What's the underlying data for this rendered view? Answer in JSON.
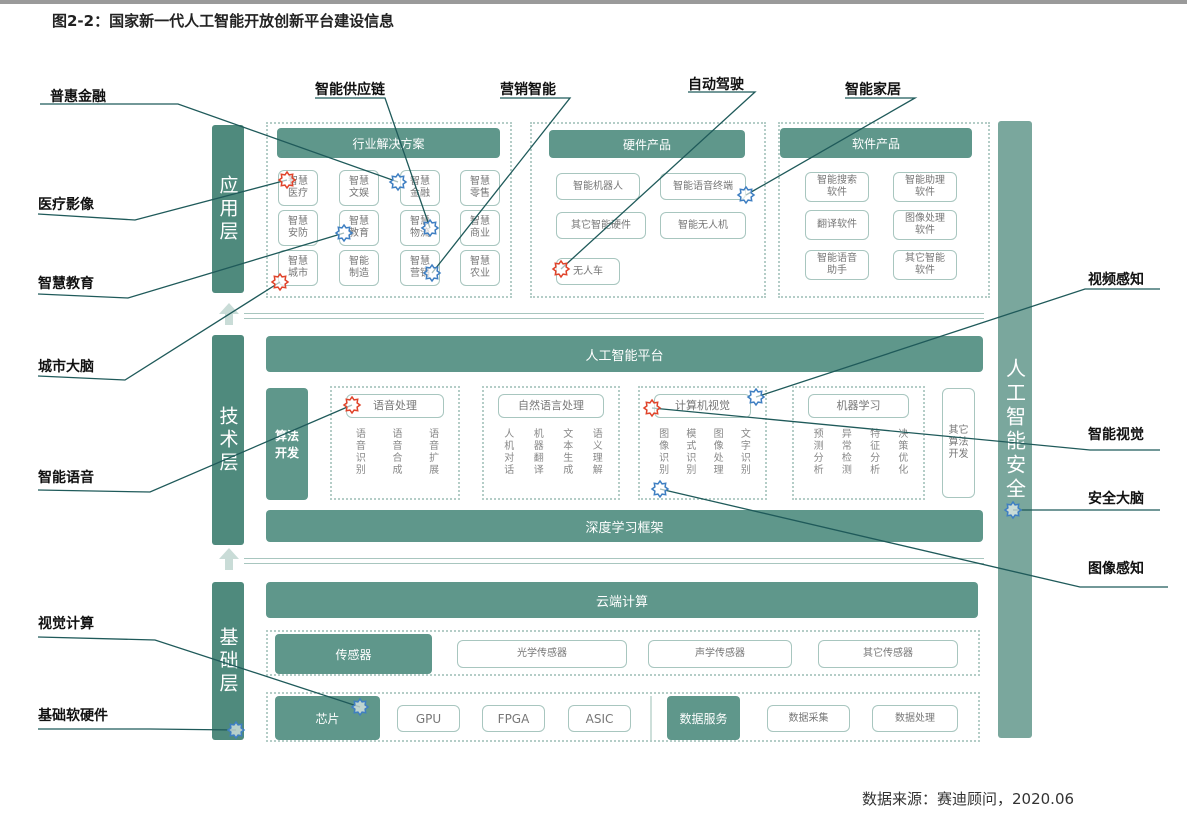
{
  "title": "图2-2：国家新一代人工智能开放创新平台建设信息",
  "source": "数据来源：赛迪顾问，2020.06",
  "layers": {
    "app": "应用层",
    "tech": "技术层",
    "base": "基础层"
  },
  "security": "人工智能安全",
  "app": {
    "industry": {
      "header": "行业解决方案",
      "items": [
        "智慧\n医疗",
        "智慧\n文娱",
        "智慧\n金融",
        "智慧\n零售",
        "智慧\n安防",
        "智慧\n教育",
        "智慧\n物流",
        "智慧\n商业",
        "智慧\n城市",
        "智能\n制造",
        "智慧\n营销",
        "智慧\n农业"
      ]
    },
    "hardware": {
      "header": "硬件产品",
      "items": [
        "智能机器人",
        "智能语音终端",
        "其它智能硬件",
        "智能无人机",
        "无人车"
      ]
    },
    "software": {
      "header": "软件产品",
      "items": [
        "智能搜索\n软件",
        "智能助理\n软件",
        "翻译软件",
        "图像处理\n软件",
        "智能语音\n助手",
        "其它智能\n软件"
      ]
    }
  },
  "tech": {
    "platform": "人工智能平台",
    "algo_dev": "算法\n开发",
    "groups": [
      {
        "header": "语音处理",
        "items": [
          "语音识别",
          "语音合成",
          "语音扩展"
        ]
      },
      {
        "header": "自然语言处理",
        "items": [
          "人机对话",
          "机器翻译",
          "文本生成",
          "语义理解"
        ]
      },
      {
        "header": "计算机视觉",
        "items": [
          "图像识别",
          "模式识别",
          "图像处理",
          "文字识别"
        ]
      },
      {
        "header": "机器学习",
        "items": [
          "预测分析",
          "异常检测",
          "特征分析",
          "决策优化"
        ]
      }
    ],
    "other_algo": "其它\n算法\n开发",
    "framework": "深度学习框架"
  },
  "base": {
    "cloud": "云端计算",
    "sensor": {
      "header": "传感器",
      "items": [
        "光学传感器",
        "声学传感器",
        "其它传感器"
      ]
    },
    "chip": {
      "header": "芯片",
      "items": [
        "GPU",
        "FPGA",
        "ASIC"
      ]
    },
    "data_service": {
      "header": "数据服务",
      "items": [
        "数据采集",
        "数据处理"
      ]
    }
  },
  "colors": {
    "primary": "#5f978b",
    "layer": "#4f8a7d",
    "border": "#a8c6bf",
    "marker_red": "#e0442b",
    "marker_blue": "#3f7fc2",
    "leader": "#1f5a5a"
  },
  "callouts": [
    {
      "label": "普惠金融",
      "marker": "blue"
    },
    {
      "label": "医疗影像",
      "marker": "red"
    },
    {
      "label": "智慧教育",
      "marker": "blue"
    },
    {
      "label": "城市大脑",
      "marker": "red"
    },
    {
      "label": "智能语音",
      "marker": "red"
    },
    {
      "label": "视觉计算",
      "marker": "blue"
    },
    {
      "label": "基础软硬件",
      "marker": "blue"
    },
    {
      "label": "智能供应链",
      "marker": "blue"
    },
    {
      "label": "营销智能",
      "marker": "blue"
    },
    {
      "label": "自动驾驶",
      "marker": "red"
    },
    {
      "label": "智能家居",
      "marker": "blue"
    },
    {
      "label": "视频感知",
      "marker": "blue"
    },
    {
      "label": "智能视觉",
      "marker": "red"
    },
    {
      "label": "安全大脑",
      "marker": "blue"
    },
    {
      "label": "图像感知",
      "marker": "blue"
    }
  ]
}
